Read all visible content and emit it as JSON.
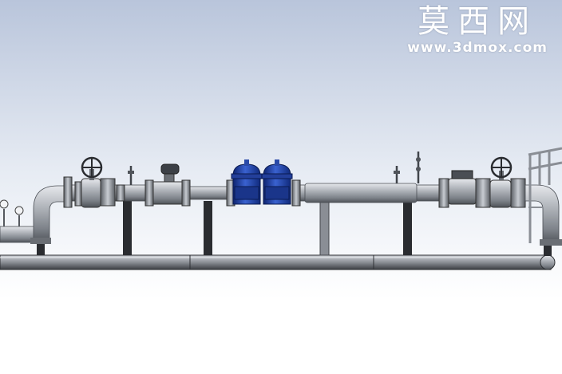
{
  "watermark": {
    "title": "莫西网",
    "url": "www.3dmox.com"
  },
  "colors": {
    "pipe": "#9a9ea5",
    "pipe_dark": "#50545a",
    "filter_blue": "#1f3f9c",
    "support": "#2a2c30",
    "skid": "#7d8188"
  },
  "components": {
    "gate_valves": 2,
    "strainers": 2,
    "pressure_gauges": 2
  }
}
